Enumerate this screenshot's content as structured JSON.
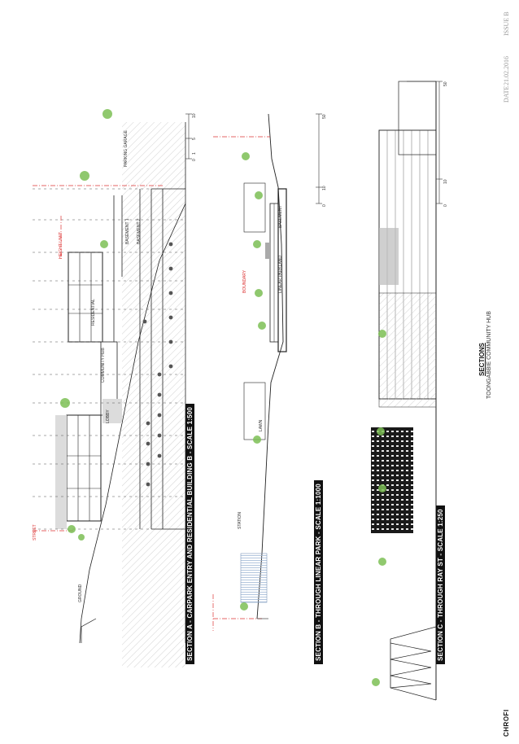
{
  "sheet": {
    "brand": "CHROFI",
    "title": "SECTIONS",
    "subtitle": "TOONGABBIE COMMUNITY HUB",
    "date_label": "DATE",
    "date": "21.02.2016",
    "issue": "ISSUE B"
  },
  "sections": [
    {
      "title": "SECTION A - CARPARK ENTRY AND RESIDENTIAL BUILDING B - SCALE 1:500",
      "scale_ticks": [
        "0",
        "1",
        "5",
        "10"
      ],
      "labels": {
        "parking": "PARKING GARAGE",
        "basement_1": "BASEMENT 1",
        "basement_2": "BASEMENT 2",
        "residential": "RESIDENTIAL",
        "ground": "GROUND",
        "community": "COMMUNITY HUB",
        "lobby": "LOBBY",
        "height_limit": "HEIGHT LIMIT",
        "street": "STREET"
      }
    },
    {
      "title": "SECTION B - THROUGH LINEAR PARK - SCALE 1:1000",
      "scale_ticks": [
        "0",
        "10",
        "50"
      ],
      "labels": {
        "basement": "BASEMENT",
        "parkland": "LINEAR PARKLAND",
        "boundary": "BOUNDARY",
        "lawn": "LAWN",
        "station": "STATION"
      }
    },
    {
      "title": "SECTION C - THROUGH RAY ST - SCALE 1:250",
      "scale_ticks": [
        "0",
        "10",
        "50"
      ],
      "labels": {}
    }
  ],
  "colors": {
    "ink": "#222222",
    "title_bar": "#111111",
    "red_line": "#dd3333",
    "tree": "#7cbf55",
    "hatch": "#bbbbbb",
    "glass": "#9fb7d6"
  }
}
